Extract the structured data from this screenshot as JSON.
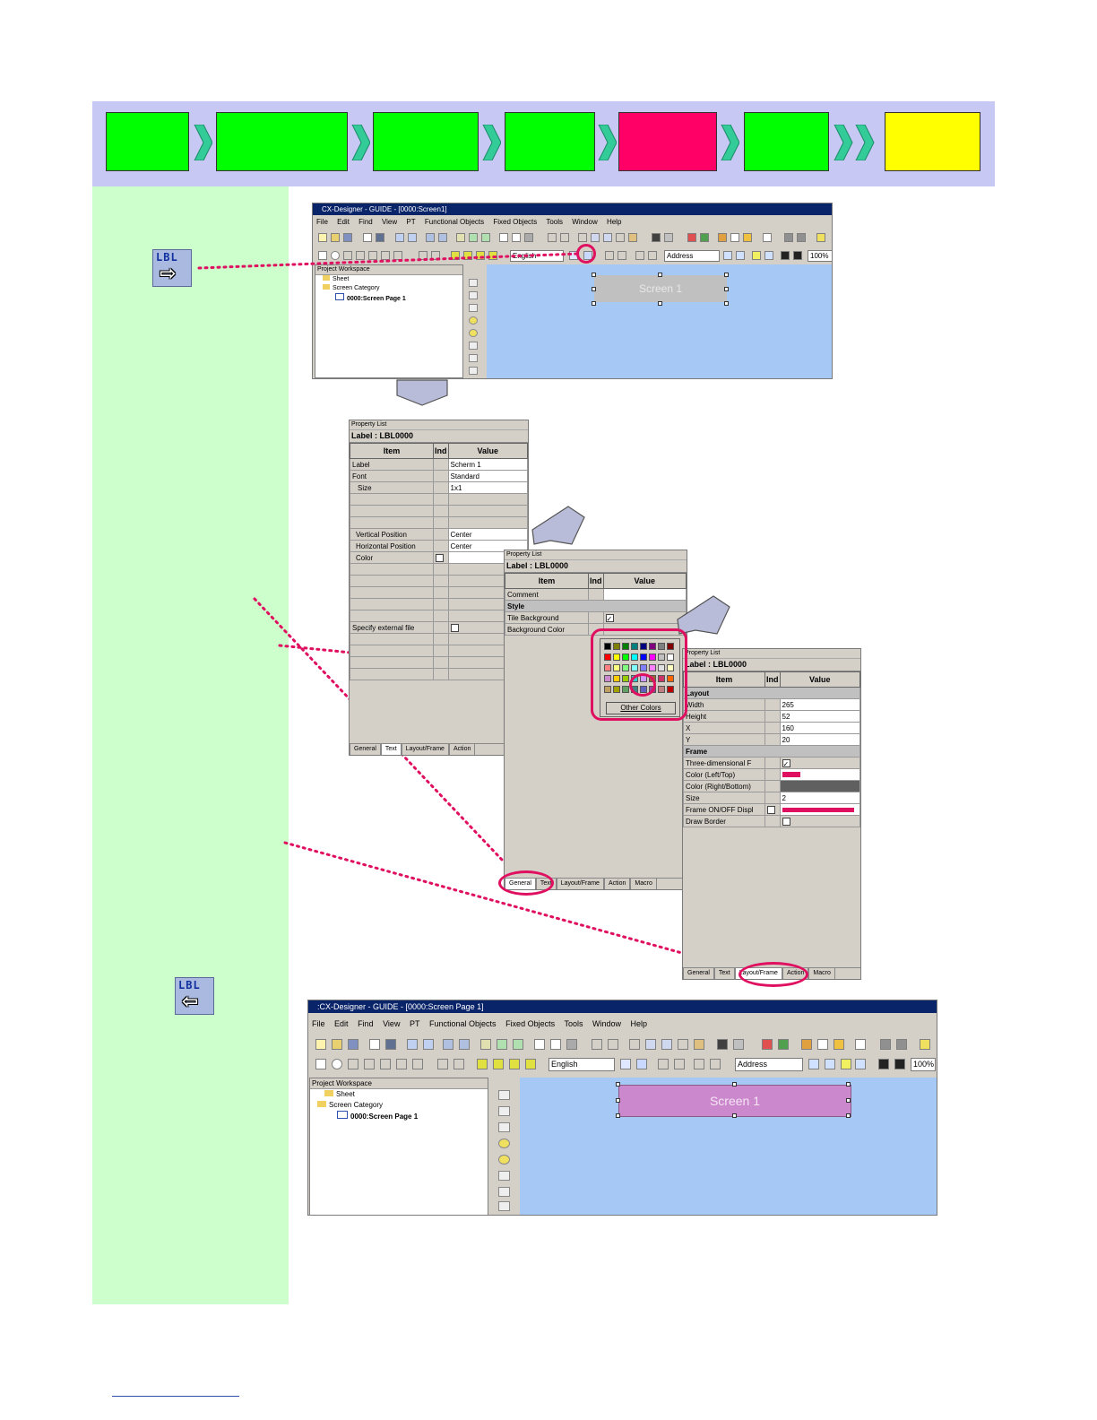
{
  "stepbar": {
    "steps": [
      {
        "color": "#00ff00"
      },
      {
        "color": "#00ff00"
      },
      {
        "color": "#00ff00"
      },
      {
        "color": "#00ff00"
      },
      {
        "color": "#ff0066"
      },
      {
        "color": "#00ff00"
      },
      {
        "color": "#ffff00"
      }
    ],
    "chevron_color": "#33cc99"
  },
  "icons": {
    "label_tool_top": {
      "text": "LBL",
      "arrow": "⇨"
    },
    "label_tool_bottom": {
      "text": "LBL",
      "arrow": "⇦"
    }
  },
  "window1": {
    "title": "CX-Designer - GUIDE - [0000:Screen1]",
    "menu": [
      "File",
      "Edit",
      "Find",
      "View",
      "PT",
      "Functional Objects",
      "Fixed Objects",
      "Tools",
      "Window",
      "Help"
    ],
    "language": "English",
    "address": "Address",
    "zoom": "100%",
    "workspace_title": "Project Workspace",
    "tree": [
      "Sheet",
      "Screen Category",
      "0000:Screen Page 1"
    ],
    "label_text": "Screen 1"
  },
  "prop1": {
    "header": "Property List",
    "title": "Label : LBL0000",
    "col_item": "Item",
    "col_ind": "Ind",
    "col_value": "Value",
    "rows": [
      {
        "item": "Label",
        "value": "Scherm 1"
      },
      {
        "item": "Font",
        "value": "Standard"
      },
      {
        "item": " Size",
        "value": "1x1"
      },
      {
        "item": "",
        "value": ""
      },
      {
        "item": "",
        "value": ""
      },
      {
        "item": "",
        "value": ""
      },
      {
        "item": "Vertical Position",
        "value": "Center"
      },
      {
        "item": "Horizontal Position",
        "value": "Center"
      },
      {
        "item": "Color",
        "value": ""
      },
      {
        "item": "",
        "value": ""
      },
      {
        "item": "",
        "value": ""
      },
      {
        "item": "",
        "value": ""
      },
      {
        "item": "",
        "value": ""
      },
      {
        "item": "",
        "value": ""
      },
      {
        "item": "Specify external file",
        "value": ""
      }
    ],
    "tabs": [
      "General",
      "Text",
      "Layout/Frame",
      "Action"
    ]
  },
  "prop2": {
    "header": "Property List",
    "title": "Label : LBL0000",
    "col_item": "Item",
    "col_ind": "Ind",
    "col_value": "Value",
    "rows": [
      {
        "item": "Comment",
        "value": ""
      },
      {
        "item": "Style",
        "value": "",
        "section": true
      },
      {
        "item": "Tile Background",
        "value": ""
      },
      {
        "item": "Background Color",
        "value": ""
      }
    ],
    "palette_button": "Other Colors",
    "tabs": [
      "General",
      "Text",
      "Layout/Frame",
      "Action",
      "Macro"
    ]
  },
  "prop3": {
    "header": "Property List",
    "title": "Label : LBL0000",
    "col_item": "Item",
    "col_ind": "Ind",
    "col_value": "Value",
    "rows": [
      {
        "item": "Layout",
        "value": "",
        "section": true
      },
      {
        "item": "Width",
        "value": "265"
      },
      {
        "item": "Height",
        "value": "52"
      },
      {
        "item": "X",
        "value": "160"
      },
      {
        "item": "Y",
        "value": "20"
      },
      {
        "item": "Frame",
        "value": "",
        "section": true
      },
      {
        "item": "Three-dimensional F",
        "value": ""
      },
      {
        "item": "Color (Left/Top)",
        "value": ""
      },
      {
        "item": "Color (Right/Bottom)",
        "value": ""
      },
      {
        "item": "Size",
        "value": "2"
      },
      {
        "item": "Frame ON/OFF Displ",
        "value": ""
      },
      {
        "item": "Draw Border",
        "value": ""
      }
    ],
    "tabs": [
      "General",
      "Text",
      "Layout/Frame",
      "Action",
      "Macro"
    ]
  },
  "window2": {
    "title": ":CX-Designer - GUIDE - [0000:Screen Page 1]",
    "menu": [
      "File",
      "Edit",
      "Find",
      "View",
      "PT",
      "Functional Objects",
      "Fixed Objects",
      "Tools",
      "Window",
      "Help"
    ],
    "language": "English",
    "address": "Address",
    "zoom": "100%",
    "workspace_title": "Project Workspace",
    "tree": [
      "Sheet",
      "Screen Category",
      "0000:Screen Page 1"
    ],
    "label_text": "Screen 1",
    "label_color": "#cc88cc"
  },
  "palette_colors": [
    "#000000",
    "#808000",
    "#008000",
    "#008080",
    "#000080",
    "#800080",
    "#808080",
    "#800000",
    "#ff0000",
    "#ffff00",
    "#00ff00",
    "#00ffff",
    "#0000ff",
    "#ff00ff",
    "#c0c0c0",
    "#ffffff",
    "#ff8080",
    "#ffff80",
    "#80ff80",
    "#80ffff",
    "#8080ff",
    "#ff80ff",
    "#e0e0e0",
    "#ffffc0",
    "#cc88cc",
    "#ffcc00",
    "#99cc00",
    "#33cccc",
    "#cc99ff",
    "#996633",
    "#cc3366",
    "#ff6600",
    "#c0a060",
    "#a0a000",
    "#60a060",
    "#408080",
    "#6060c0",
    "#a040a0",
    "#c08080",
    "#c00000"
  ],
  "accent_color": "#e01060"
}
